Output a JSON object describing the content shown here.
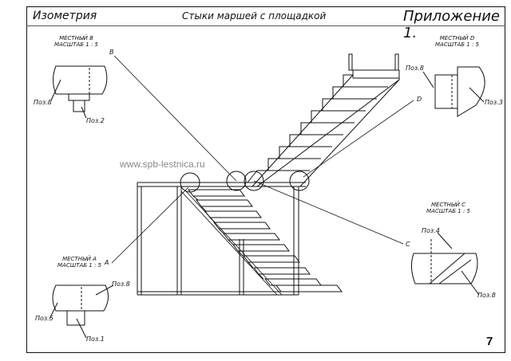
{
  "header": {
    "left": "Изометрия",
    "center": "Стыки маршей с площадкой",
    "right": "Приложение 1."
  },
  "page_number": "7",
  "watermark": "www.spb-lestnica.ru",
  "details": {
    "b": {
      "letter": "B",
      "title": "МЕСТНЫЙ В",
      "scale": "МАСШТАБ 1 : 5",
      "labels": [
        "Поз.8",
        "Поз.2"
      ]
    },
    "d": {
      "letter": "D",
      "title": "МЕСТНЫЙ D",
      "scale": "МАСШТАБ 1 : 5",
      "labels": [
        "Поз.8",
        "Поз.3"
      ]
    },
    "a": {
      "letter": "A",
      "title": "МЕСТНЫЙ А",
      "scale": "МАСШТАБ 1 : 5",
      "labels": [
        "Поз.8",
        "Поз.5",
        "Поз.1"
      ]
    },
    "c": {
      "letter": "C",
      "title": "МЕСТНЫЙ С",
      "scale": "МАСШТАБ 1 : 5",
      "labels": [
        "Поз.4",
        "Поз.8"
      ]
    }
  }
}
